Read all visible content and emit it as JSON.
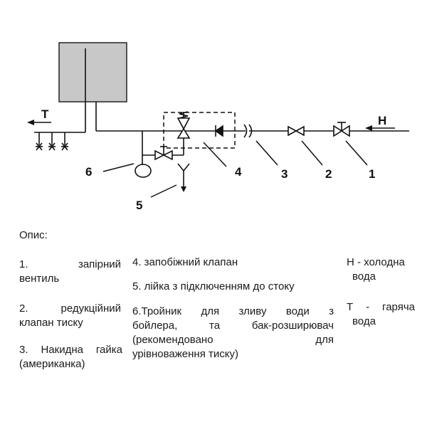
{
  "diagram": {
    "labels": {
      "hot": "Т",
      "cold": "Н",
      "n1": "1",
      "n2": "2",
      "n3": "3",
      "n4": "4",
      "n5": "5",
      "n6": "6"
    }
  },
  "legend": {
    "title": "Опис:",
    "item1_num": "1.",
    "item1_word": "запірний",
    "item1_line2": "вентиль",
    "item2_num": "2.",
    "item2_word": "редукційний",
    "item2_line2": "клапан тиску",
    "item3_line1": "3. Накидна гайка",
    "item3_line2": "(американка)",
    "item4": "4. запобіжний клапан",
    "item5": "5. лійка з підключенням до стоку",
    "item6_line1": "6.Тройник для зливу води з",
    "item6_line2": "бойлера, та бак-розширювач",
    "item6_line3": "(рекомендовано для",
    "item6_line4": "урівноваження тиску)",
    "cold_line1": "Н - холодна",
    "cold_line2": "вода",
    "hot_line1": "Т - гаряча",
    "hot_line2": "вода"
  }
}
